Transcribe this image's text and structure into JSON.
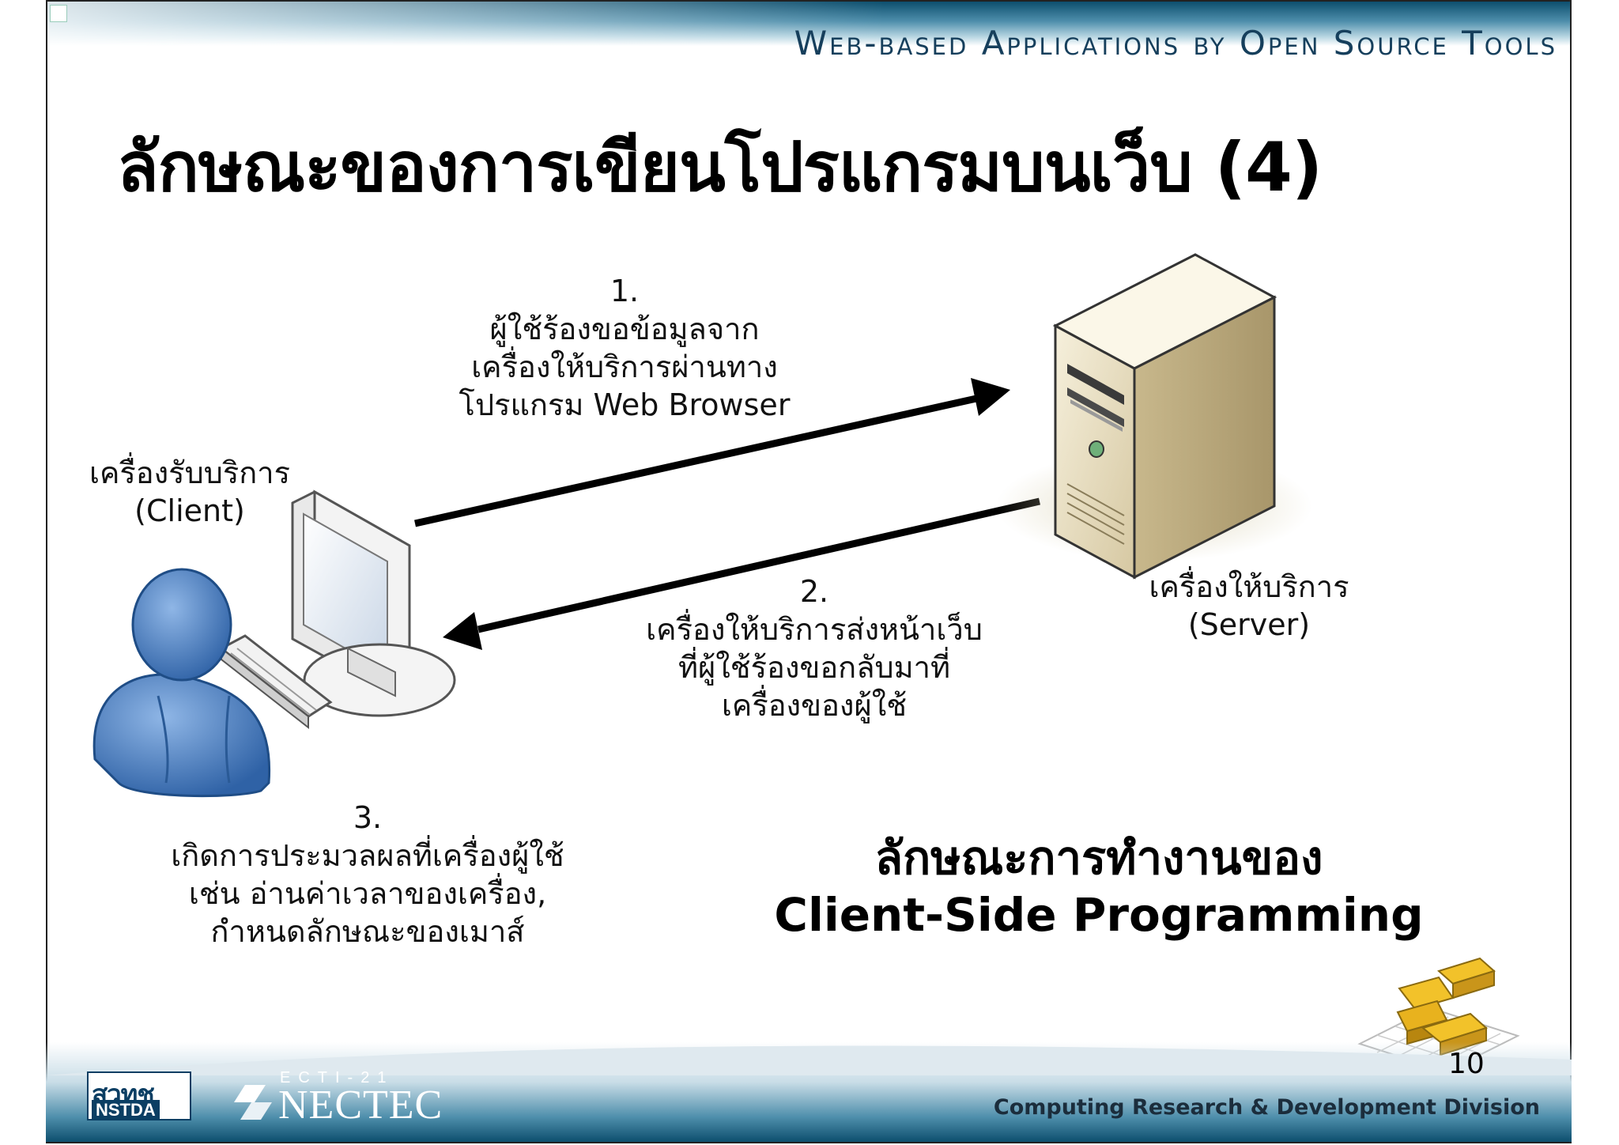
{
  "header": {
    "series_title": "Web-based Applications by Open Source Tools"
  },
  "slide": {
    "title": "ลักษณะของการเขียนโปรแกรมบนเว็บ (4)",
    "page_number": "10"
  },
  "client": {
    "label_th": "เครื่องรับบริการ",
    "label_en": "(Client)"
  },
  "server": {
    "label_th": "เครื่องให้บริการ",
    "label_en": "(Server)"
  },
  "steps": [
    {
      "num": "1.",
      "lines": [
        "ผู้ใช้ร้องขอข้อมูลจาก",
        "เครื่องให้บริการผ่านทาง",
        "โปรแกรม Web Browser"
      ]
    },
    {
      "num": "2.",
      "lines": [
        "เครื่องให้บริการส่งหน้าเว็บ",
        "ที่ผู้ใช้ร้องขอกลับมาที่",
        "เครื่องของผู้ใช้"
      ]
    },
    {
      "num": "3.",
      "lines": [
        "เกิดการประมวลผลที่เครื่องผู้ใช้",
        "เช่น อ่านค่าเวลาของเครื่อง,",
        "กำหนดลักษณะของเมาส์"
      ]
    }
  ],
  "caption": {
    "line1": "ลักษณะการทำงานของ",
    "line2": "Client-Side Programming"
  },
  "footer": {
    "logo_left_top": "สวทช",
    "logo_left_bottom": "NSTDA",
    "logo_mid_top": "ECTI-21",
    "logo_mid_main": "NECTEC",
    "division": "Computing Research & Development Division"
  },
  "colors": {
    "header_band": "#0d4f6e",
    "person": "#4f86c6",
    "server_body": "#e6dcc0"
  }
}
